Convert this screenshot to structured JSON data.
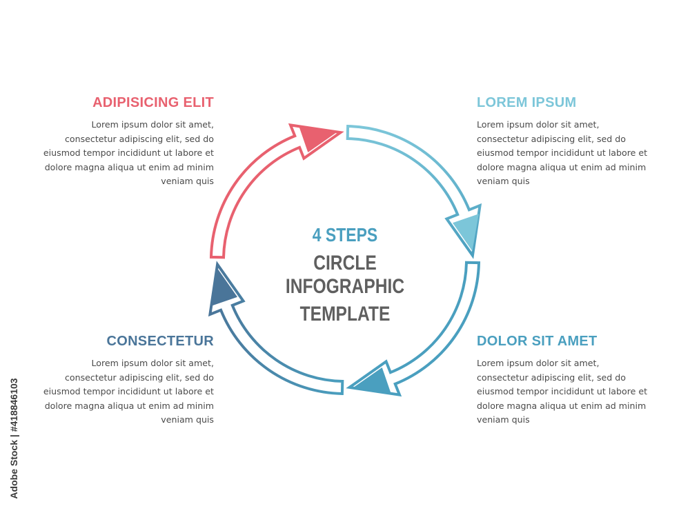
{
  "colors": {
    "red": "#e8616f",
    "light_blue": "#7cc6d9",
    "teal_blue": "#4a9fbf",
    "dark_blue": "#4a7599",
    "title_gray": "#5f5f5f",
    "body_gray": "#4a4a4a"
  },
  "center": {
    "line1": "4 STEPS",
    "line2": "CIRCLE INFOGRAPHIC",
    "line3": "TEMPLATE"
  },
  "steps": [
    {
      "position": "top-right",
      "title": "LOREM IPSUM",
      "text": "Lorem ipsum dolor sit amet, consectetur adipiscing elit, sed do eiusmod tempor incididunt ut labore et dolore magna aliqua ut enim ad minim veniam quis",
      "lines": [
        "Lorem ipsum dolor sit amet,",
        "consectetur adipiscing elit, sed do",
        "eiusmod tempor incididunt ut labore et",
        "dolore magna aliqua ut enim ad minim",
        "veniam quis"
      ],
      "color": "#7cc6d9"
    },
    {
      "position": "bottom-right",
      "title": "DOLOR SIT AMET",
      "lines": [
        "Lorem ipsum dolor sit amet,",
        "consectetur adipiscing elit, sed do",
        "eiusmod tempor incididunt ut labore et",
        "dolore magna aliqua ut enim ad minim",
        "veniam quis"
      ],
      "color": "#4a9fbf"
    },
    {
      "position": "bottom-left",
      "title": "CONSECTETUR",
      "lines": [
        "Lorem ipsum dolor sit amet,",
        "consectetur adipiscing elit, sed do",
        "eiusmod tempor incididunt ut labore et",
        "dolore magna aliqua ut enim ad minim",
        "veniam quis"
      ],
      "color": "#4a7599"
    },
    {
      "position": "top-left",
      "title": "ADIPISICING ELIT",
      "lines": [
        "Lorem ipsum dolor sit amet,",
        "consectetur adipiscing elit, sed do",
        "eiusmod tempor incididunt ut labore et",
        "dolore magna aliqua ut enim ad minim",
        "veniam quis"
      ],
      "color": "#e8616f"
    }
  ],
  "watermark": "Adobe Stock | #418846103"
}
